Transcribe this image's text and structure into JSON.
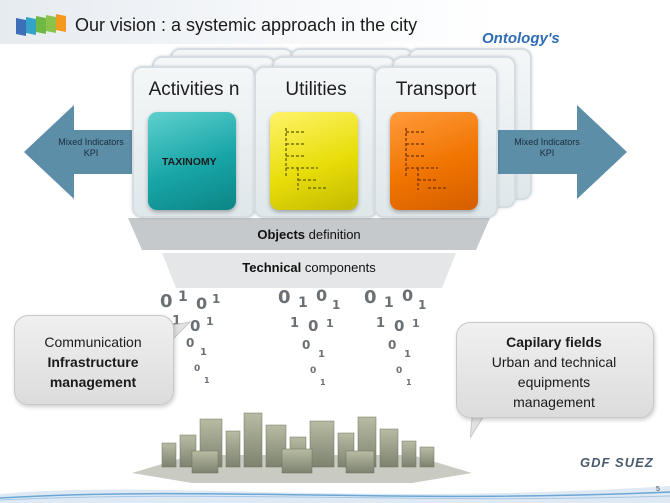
{
  "header": {
    "title": "Our vision : a systemic approach in the city"
  },
  "ontology_label": "Ontology's",
  "arrows": {
    "left_label": "Mixed Indicators KPI",
    "right_label": "Mixed Indicators KPI"
  },
  "cards": [
    {
      "title": "Activities n",
      "inner_label": "TAXINOMY",
      "color": "#18a5a6"
    },
    {
      "title": "Utilities",
      "inner_label": "",
      "color": "#e8de0a"
    },
    {
      "title": "Transport",
      "inner_label": "",
      "color": "#f07400"
    }
  ],
  "layers": {
    "objects_bold": "Objects",
    "objects_rest": " definition",
    "technical_bold": "Technical",
    "technical_rest": " components"
  },
  "bubbles": {
    "left_line1": "Communication",
    "left_line2": "Infrastructure management",
    "right_line1": "Capilary fields",
    "right_line2": "Urban and technical equipments management"
  },
  "footer": {
    "brand": "GDF SUEZ",
    "page_number": "5"
  }
}
